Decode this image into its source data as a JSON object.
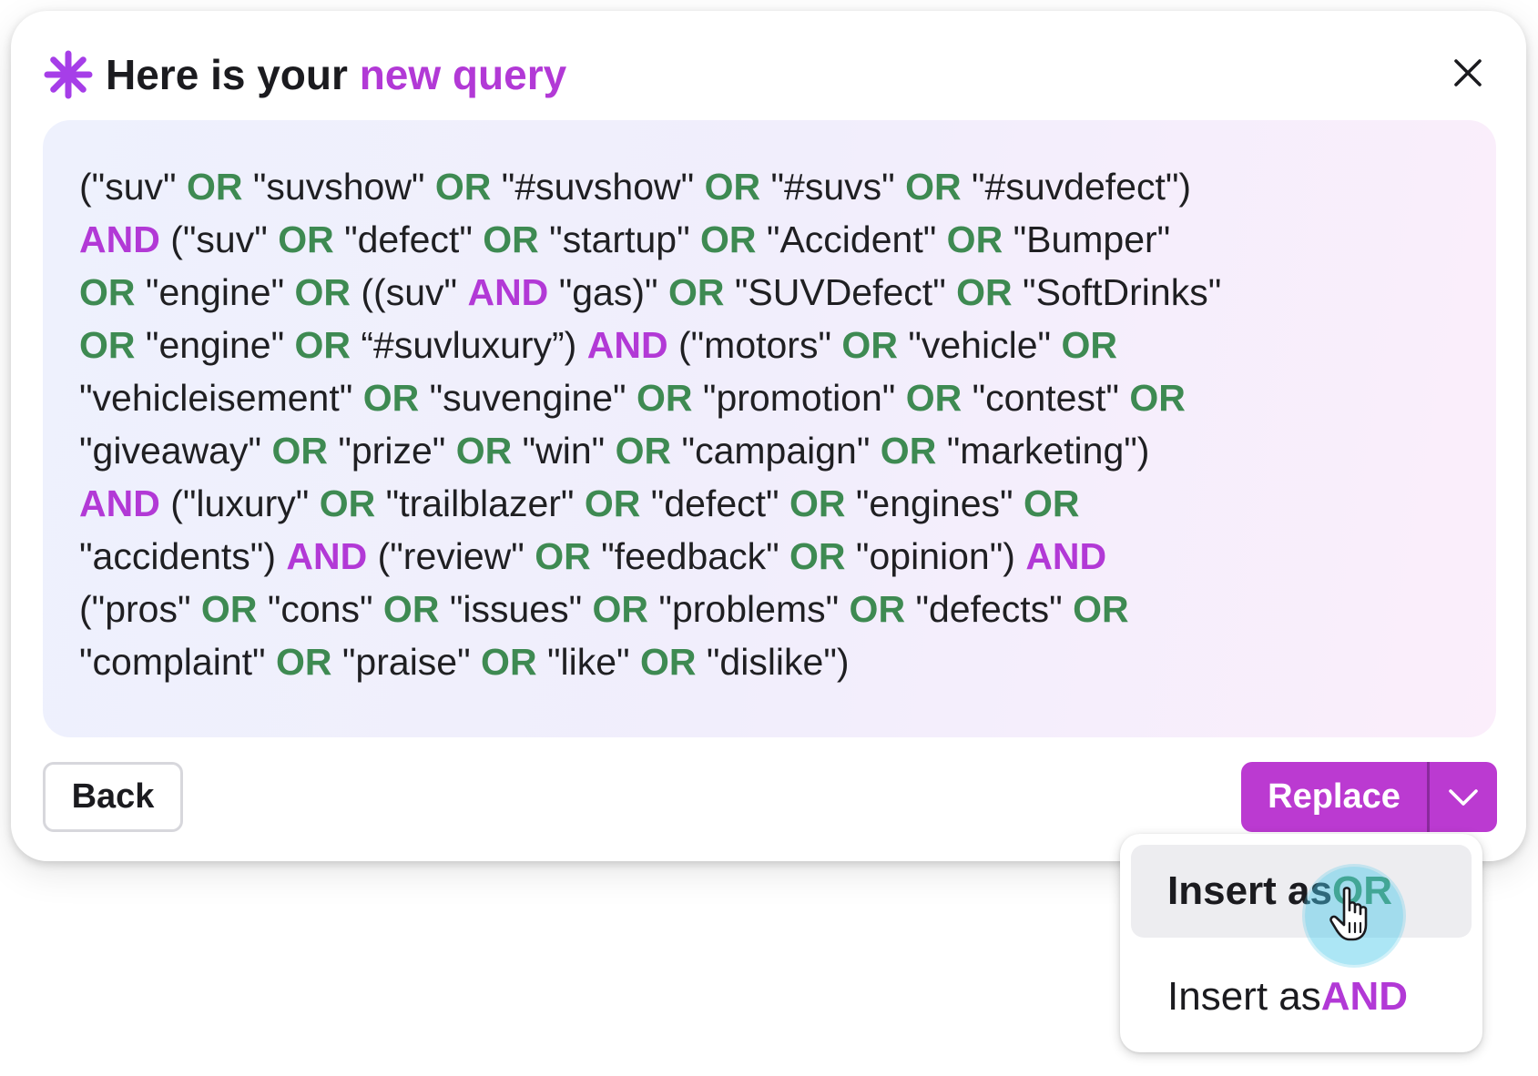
{
  "header": {
    "title_prefix": "Here is your ",
    "title_accent": "new query",
    "sparkle_icon": "asterisk-sparkle-icon",
    "close_icon": "close-icon"
  },
  "query": {
    "lines": [
      [
        [
          "t",
          "(\"suv\" "
        ],
        [
          "or",
          "OR"
        ],
        [
          "t",
          " \"suvshow\" "
        ],
        [
          "or",
          "OR"
        ],
        [
          "t",
          " \"#suvshow\" "
        ],
        [
          "or",
          "OR"
        ],
        [
          "t",
          " \"#suvs\" "
        ],
        [
          "or",
          "OR"
        ],
        [
          "t",
          " \"#suvdefect\")"
        ]
      ],
      [
        [
          "and",
          "AND"
        ],
        [
          "t",
          " (\"suv\" "
        ],
        [
          "or",
          "OR"
        ],
        [
          "t",
          " \"defect\" "
        ],
        [
          "or",
          "OR"
        ],
        [
          "t",
          " \"startup\" "
        ],
        [
          "or",
          "OR"
        ],
        [
          "t",
          " \"Accident\" "
        ],
        [
          "or",
          "OR"
        ],
        [
          "t",
          " \"Bumper\""
        ]
      ],
      [
        [
          "or",
          "OR"
        ],
        [
          "t",
          " \"engine\" "
        ],
        [
          "or",
          "OR"
        ],
        [
          "t",
          " ((suv\" "
        ],
        [
          "and",
          "AND"
        ],
        [
          "t",
          " \"gas)\" "
        ],
        [
          "or",
          "OR"
        ],
        [
          "t",
          " \"SUVDefect\" "
        ],
        [
          "or",
          "OR"
        ],
        [
          "t",
          " \"SoftDrinks\""
        ]
      ],
      [
        [
          "or",
          "OR"
        ],
        [
          "t",
          " \"engine\" "
        ],
        [
          "or",
          "OR"
        ],
        [
          "t",
          " “#suvluxury”) "
        ],
        [
          "and",
          "AND"
        ],
        [
          "t",
          " (\"motors\" "
        ],
        [
          "or",
          "OR"
        ],
        [
          "t",
          " \"vehicle\" "
        ],
        [
          "or",
          "OR"
        ]
      ],
      [
        [
          "t",
          "\"vehicleisement\" "
        ],
        [
          "or",
          "OR"
        ],
        [
          "t",
          " \"suvengine\" "
        ],
        [
          "or",
          "OR"
        ],
        [
          "t",
          " \"promotion\" "
        ],
        [
          "or",
          "OR"
        ],
        [
          "t",
          " \"contest\" "
        ],
        [
          "or",
          "OR"
        ]
      ],
      [
        [
          "t",
          "\"giveaway\" "
        ],
        [
          "or",
          "OR"
        ],
        [
          "t",
          " \"prize\" "
        ],
        [
          "or",
          "OR"
        ],
        [
          "t",
          " \"win\" "
        ],
        [
          "or",
          "OR"
        ],
        [
          "t",
          " \"campaign\" "
        ],
        [
          "or",
          "OR"
        ],
        [
          "t",
          " \"marketing\")"
        ]
      ],
      [
        [
          "and",
          "AND"
        ],
        [
          "t",
          " (\"luxury\" "
        ],
        [
          "or",
          "OR"
        ],
        [
          "t",
          " \"trailblazer\" "
        ],
        [
          "or",
          "OR"
        ],
        [
          "t",
          " \"defect\" "
        ],
        [
          "or",
          "OR"
        ],
        [
          "t",
          " \"engines\" "
        ],
        [
          "or",
          "OR"
        ]
      ],
      [
        [
          "t",
          "\"accidents\") "
        ],
        [
          "and",
          "AND"
        ],
        [
          "t",
          " (\"review\" "
        ],
        [
          "or",
          "OR"
        ],
        [
          "t",
          " \"feedback\" "
        ],
        [
          "or",
          "OR"
        ],
        [
          "t",
          " \"opinion\") "
        ],
        [
          "and",
          "AND"
        ]
      ],
      [
        [
          "t",
          "(\"pros\" "
        ],
        [
          "or",
          "OR"
        ],
        [
          "t",
          " \"cons\" "
        ],
        [
          "or",
          "OR"
        ],
        [
          "t",
          " \"issues\" "
        ],
        [
          "or",
          "OR"
        ],
        [
          "t",
          " \"problems\" "
        ],
        [
          "or",
          "OR"
        ],
        [
          "t",
          " \"defects\" "
        ],
        [
          "or",
          "OR"
        ]
      ],
      [
        [
          "t",
          "\"complaint\" "
        ],
        [
          "or",
          "OR"
        ],
        [
          "t",
          " \"praise\" "
        ],
        [
          "or",
          "OR"
        ],
        [
          "t",
          " \"like\" "
        ],
        [
          "or",
          "OR"
        ],
        [
          "t",
          " \"dislike\")"
        ]
      ]
    ]
  },
  "footer": {
    "back_label": "Back",
    "replace_label": "Replace",
    "chevron_icon": "chevron-down-icon"
  },
  "menu": {
    "items": [
      {
        "prefix": "Insert as ",
        "op": "OR",
        "op_type": "or",
        "active": true
      },
      {
        "prefix": "Insert as ",
        "op": "AND",
        "op_type": "and",
        "active": false
      }
    ]
  },
  "cursor": {
    "icon": "hand-pointer-icon"
  },
  "colors": {
    "accent_purple": "#b239d6",
    "button_purple": "#bb3ad1",
    "or_green": "#3e8a52",
    "text_dark": "#1f1f22",
    "cursor_ring": "#48c8e8"
  }
}
